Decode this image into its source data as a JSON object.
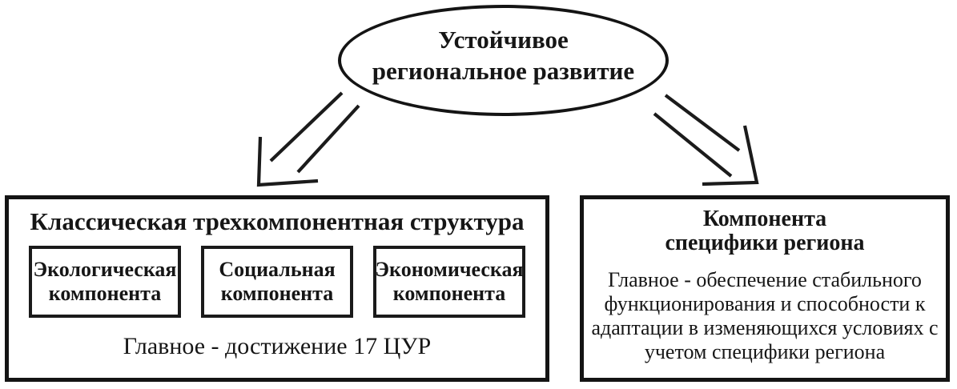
{
  "diagram": {
    "root": {
      "title": "Устойчивое региональное развитие",
      "lines": [
        "Устойчивое",
        "региональное развитие"
      ]
    },
    "classic": {
      "title": "Классическая трехкомпонентная структура",
      "components": [
        {
          "title": "Экологическая компонента",
          "lines": [
            "Экологическая",
            "компонента"
          ]
        },
        {
          "title": "Социальная компонента",
          "lines": [
            "Социальная",
            "компонента"
          ]
        },
        {
          "title": "Экономическая компонента",
          "lines": [
            "Экономическая",
            "компонента"
          ]
        }
      ],
      "note": "Главное - достижение 17 ЦУР"
    },
    "region": {
      "title": "Компонента специфики региона",
      "title_lines": [
        "Компонента",
        "специфики региона"
      ],
      "note": "Главное - обеспечение стабильного функционирования и способности к адаптации в изменяющихся условиях с учетом специфики региона"
    },
    "colors": {
      "stroke": "#1b1b1b",
      "background": "#ffffff"
    }
  }
}
